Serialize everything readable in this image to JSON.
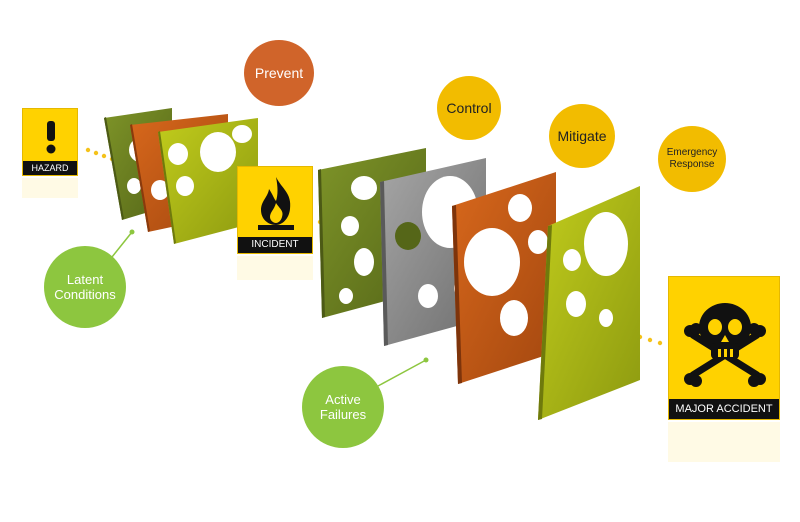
{
  "labels": {
    "prevent": "Prevent",
    "control": "Control",
    "mitigate": "Mitigate",
    "emergency_line1": "Emergency",
    "emergency_line2": "Response",
    "latent_line1": "Latent",
    "latent_line2": "Conditions",
    "active_line1": "Active",
    "active_line2": "Failures"
  },
  "signs": {
    "hazard": "HAZARD",
    "incident": "INCIDENT",
    "major": "MAJOR ACCIDENT"
  },
  "colors": {
    "olive_dark": "#6b7f1f",
    "olive": "#a7b514",
    "orange": "#c45a16",
    "gray": "#8a8a8a",
    "yellow": "#ffd200",
    "green_bubble": "#8dc63f",
    "orange_bubble": "#d0642a",
    "yellow_bubble": "#f2bc00",
    "dots": "#f4c21a"
  }
}
